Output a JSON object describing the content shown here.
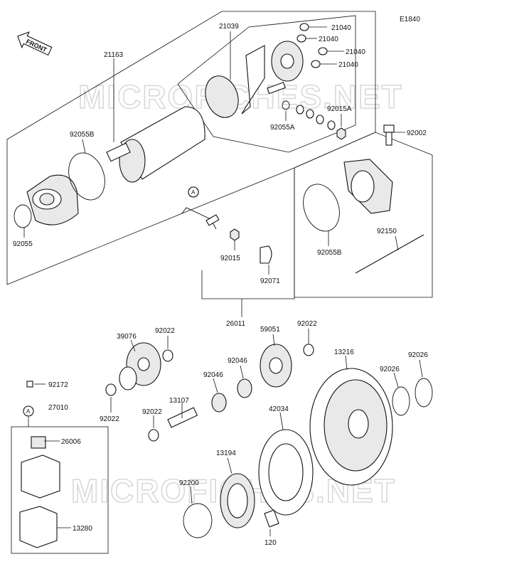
{
  "diagram_code": "E1840",
  "front_label": "FRONT",
  "watermark_text": "MICROFICHES.NET",
  "ref_label": "A",
  "labels": {
    "p21163": "21163",
    "p21039": "21039",
    "p21040a": "21040",
    "p21040b": "21040",
    "p21040c": "21040",
    "p21040d": "21040",
    "p92015A": "92015A",
    "p92055A": "92055A",
    "p92055B_top": "92055B",
    "p92055": "92055",
    "p92002": "92002",
    "p92055B_right": "92055B",
    "p92150": "92150",
    "p92015": "92015",
    "p92071": "92071",
    "p26011": "26011",
    "p39076": "39076",
    "p92022a": "92022",
    "p92022b": "92022",
    "p92022c": "92022",
    "p92022d": "92022",
    "p59051": "59051",
    "p92046a": "92046",
    "p92046b": "92046",
    "p13216": "13216",
    "p92026a": "92026",
    "p92026b": "92026",
    "p92172": "92172",
    "p27010": "27010",
    "p26006": "26006",
    "p13107": "13107",
    "p42034": "42034",
    "p13194": "13194",
    "p92200": "92200",
    "p13280": "13280",
    "p120": "120"
  }
}
